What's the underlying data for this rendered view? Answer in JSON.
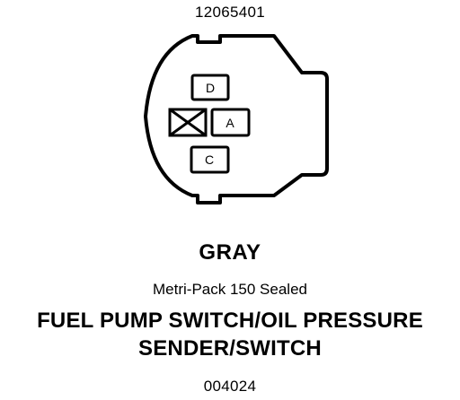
{
  "part_number": "12065401",
  "connector": {
    "cavities": [
      {
        "id": "D",
        "label": "D"
      },
      {
        "id": "A",
        "label": "A"
      },
      {
        "id": "C",
        "label": "C"
      }
    ],
    "blocked_cavity": "blocked-cavity",
    "color": "GRAY",
    "type": "Metri-Pack 150 Sealed",
    "name_line1": "FUEL PUMP SWITCH/OIL PRESSURE",
    "name_line2": "SENDER/SWITCH"
  },
  "figure_id": "004024"
}
